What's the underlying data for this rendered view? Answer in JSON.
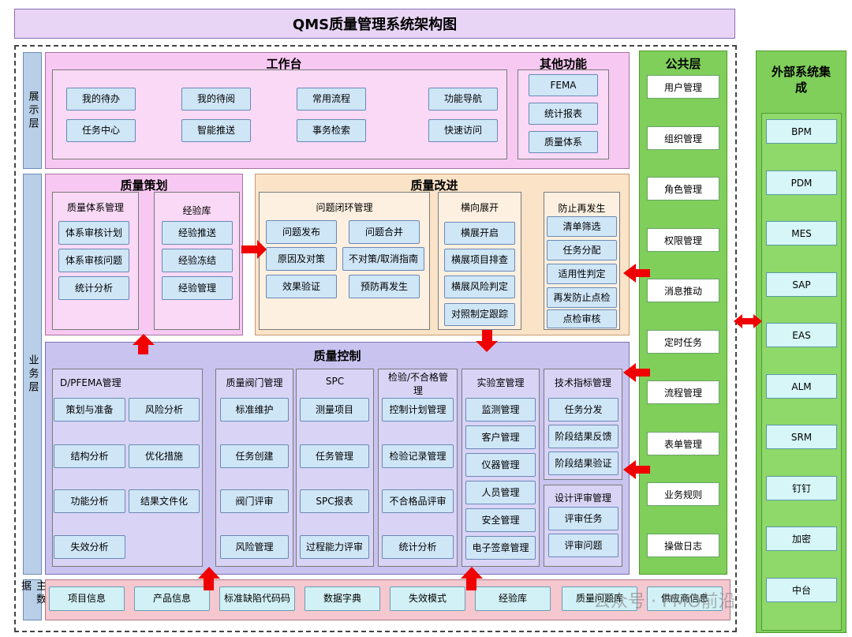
{
  "title": "QMS质量管理系统架构图",
  "layers": {
    "presentation": "展示层",
    "business": "业务层",
    "master": "主数据"
  },
  "workbench": {
    "title": "工作台",
    "items": [
      "我的待办",
      "我的待阅",
      "常用流程",
      "功能导航",
      "任务中心",
      "智能推送",
      "事务检索",
      "快速访问"
    ]
  },
  "other": {
    "title": "其他功能",
    "items": [
      "FEMA",
      "统计报表",
      "质量体系"
    ]
  },
  "planning": {
    "title": "质量策划",
    "system": {
      "title": "质量体系管理",
      "items": [
        "体系审核计划",
        "体系审核问题",
        "统计分析"
      ]
    },
    "experience": {
      "title": "经验库",
      "items": [
        "经验推送",
        "经验冻结",
        "经验管理"
      ]
    }
  },
  "improvement": {
    "title": "质量改进",
    "closed_loop": {
      "title": "问题闭环管理",
      "items": [
        "问题发布",
        "问题合并",
        "原因及对策",
        "不对策/取消指南",
        "效果验证",
        "预防再发生"
      ]
    },
    "horizontal": {
      "title": "横向展开",
      "items": [
        "横展开启",
        "横展项目排查",
        "横展风险判定",
        "对照制定跟踪"
      ]
    },
    "prevent": {
      "title": "防止再发生",
      "items": [
        "清单筛选",
        "任务分配",
        "适用性判定",
        "再发防止点检",
        "点检审核"
      ]
    }
  },
  "control": {
    "title": "质量控制",
    "dpfema": {
      "title": "D/PFEMA管理",
      "items": [
        "策划与准备",
        "风险分析",
        "结构分析",
        "优化措施",
        "功能分析",
        "结果文件化",
        "失效分析"
      ]
    },
    "gate": {
      "title": "质量阀门管理",
      "items": [
        "标准维护",
        "任务创建",
        "阀门评审",
        "风险管理"
      ]
    },
    "spc": {
      "title": "SPC",
      "items": [
        "测量项目",
        "任务管理",
        "SPC报表",
        "过程能力评审"
      ]
    },
    "inspection": {
      "title": "检验/不合格管理",
      "items": [
        "控制计划管理",
        "检验记录管理",
        "不合格品评审",
        "统计分析"
      ]
    },
    "lab": {
      "title": "实验室管理",
      "items": [
        "监测管理",
        "客户管理",
        "仪器管理",
        "人员管理",
        "安全管理",
        "电子签章管理"
      ]
    },
    "tech": {
      "title": "技术指标管理",
      "items": [
        "任务分发",
        "阶段结果反馈",
        "阶段结果验证"
      ]
    },
    "design": {
      "title": "设计评审管理",
      "items": [
        "评审任务",
        "评审问题"
      ]
    }
  },
  "public": {
    "title": "公共层",
    "items": [
      "用户管理",
      "组织管理",
      "角色管理",
      "权限管理",
      "消息推动",
      "定时任务",
      "流程管理",
      "表单管理",
      "业务规则",
      "操做日志"
    ]
  },
  "external": {
    "title": "外部系统集成",
    "items": [
      "BPM",
      "PDM",
      "MES",
      "SAP",
      "EAS",
      "ALM",
      "SRM",
      "钉钉",
      "加密",
      "中台"
    ]
  },
  "master_data": {
    "items": [
      "项目信息",
      "产品信息",
      "标准缺陷代码码",
      "数据字典",
      "失效模式",
      "经验库",
      "质量问题库",
      "供应商信息"
    ]
  },
  "watermark": "公众号 · PMO前沿",
  "colors": {
    "arrow": "#f00000",
    "public": "#7fcf5a",
    "external": "#7fcf5a"
  }
}
